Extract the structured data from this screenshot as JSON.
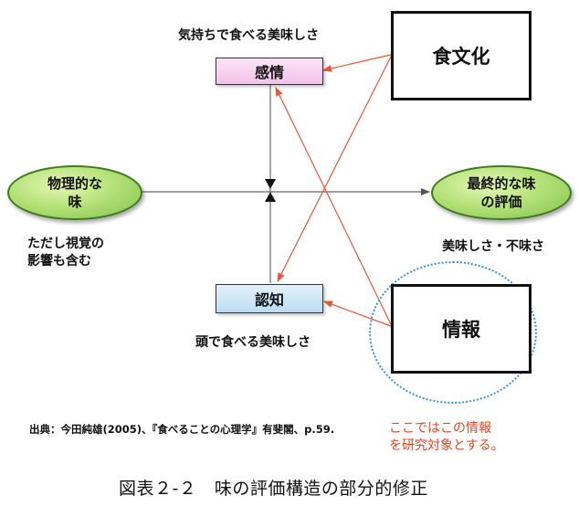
{
  "nodes": {
    "kanjou": {
      "label": "感情",
      "caption": "気持ちで食べる美味しさ"
    },
    "ninchi": {
      "label": "認知",
      "caption": "頭で食べる美味しさ"
    },
    "butsuri": {
      "line1": "物理的な",
      "line2": "味",
      "note1": "ただし視覚の",
      "note2": "影響も含む"
    },
    "saishu": {
      "line1": "最終的な味",
      "line2": "の評価",
      "note": "美味しさ・不味さ"
    },
    "shokubunka": {
      "label": "食文化"
    },
    "jouhou": {
      "label": "情報"
    }
  },
  "source": "出典：今田純雄(2005)、『食べることの心理学』有斐閣、p.59.",
  "highlight_note": {
    "line1": "ここではこの情報",
    "line2": "を研究対象とする。"
  },
  "figure_caption": "図表２-２　味の評価構造の部分的修正",
  "colors": {
    "kanjou_fill": "#f5cdee",
    "ninchi_fill": "#cbe6f7",
    "red_arrow": "#e8573a",
    "dotted_circle": "#3b8fd6"
  }
}
